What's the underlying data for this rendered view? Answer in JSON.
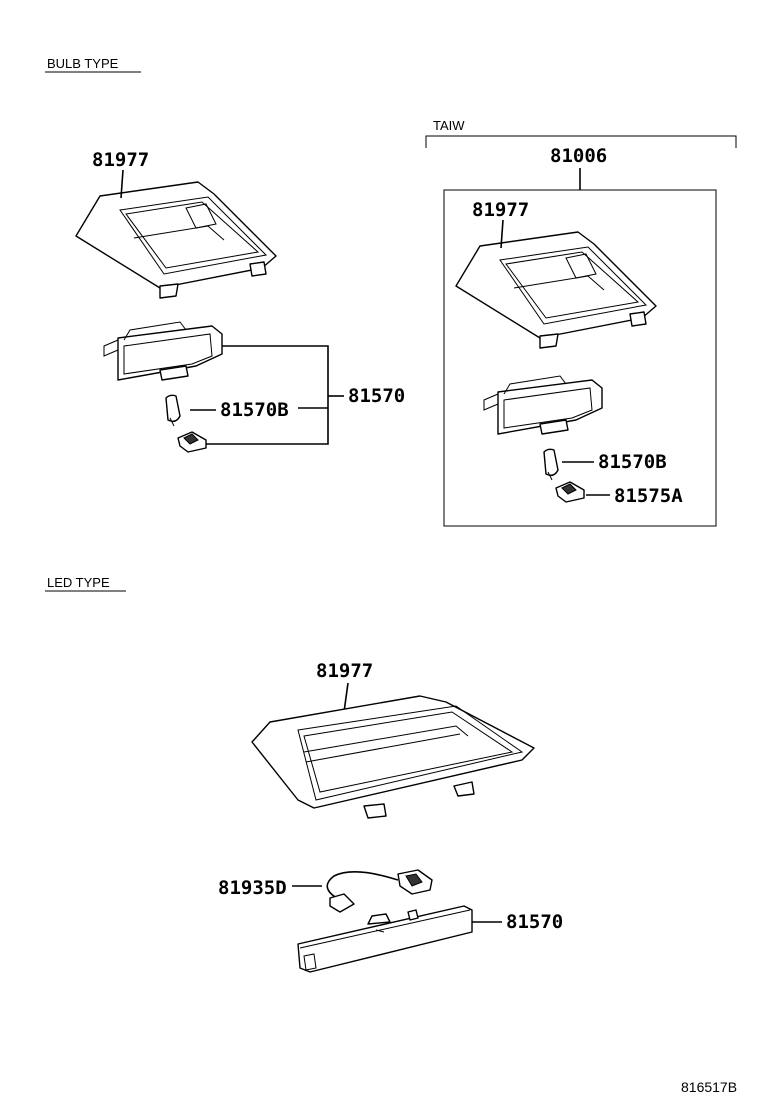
{
  "sections": {
    "bulb_type": "BULB TYPE",
    "led_type": "LED TYPE",
    "taiw": "TAIW"
  },
  "labels": {
    "bulb_cover": "81977",
    "bulb_lamp_assy": "81570",
    "bulb_bulb": "81570B",
    "taiw_assy": "81006",
    "taiw_cover": "81977",
    "taiw_bulb": "81570B",
    "taiw_socket": "81575A",
    "led_cover": "81977",
    "led_wire": "81935D",
    "led_lamp": "81570"
  },
  "diagram_ref": "816517B"
}
